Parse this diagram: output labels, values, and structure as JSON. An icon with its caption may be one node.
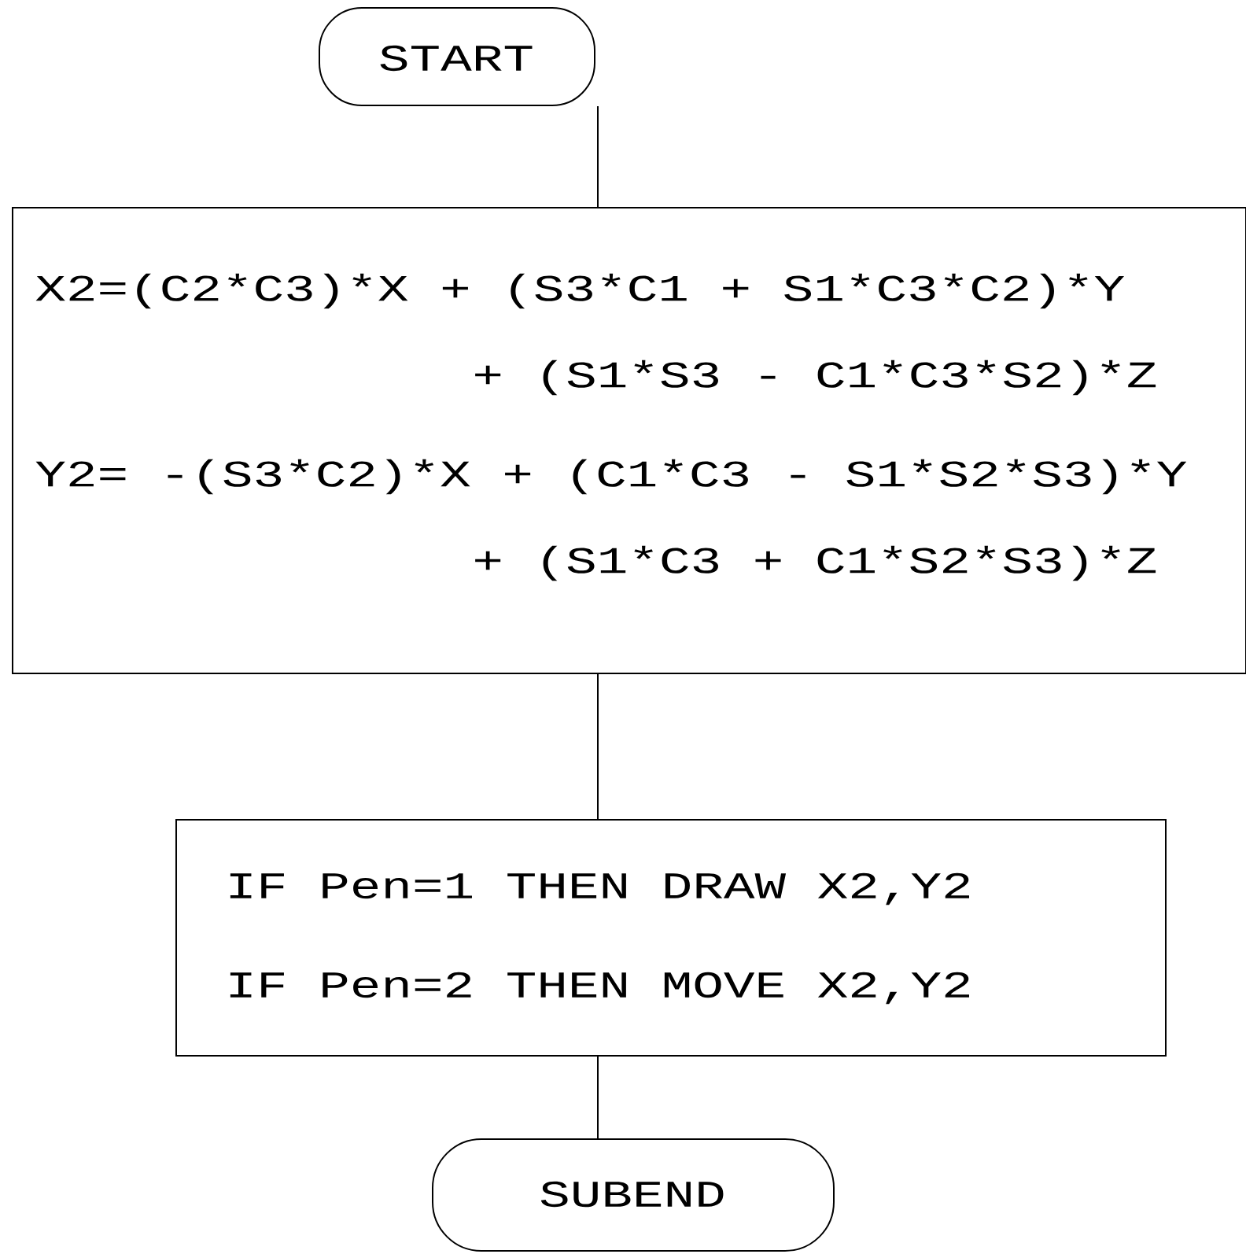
{
  "diagram": {
    "nodes": [
      {
        "text": [
          "START"
        ]
      },
      {
        "text": [
          "X2=(C2*C3)*X + (S3*C1 + S1*C3*C2)*Y",
          "+ (S1*S3 - C1*C3*S2)*Z",
          "Y2= -(S3*C2)*X + (C1*C3 - S1*S2*S3)*Y",
          "+ (S1*C3 + C1*S2*S3)*Z"
        ]
      },
      {
        "text": [
          "IF Pen=1 THEN DRAW X2,Y2",
          "IF Pen=2 THEN MOVE X2,Y2"
        ]
      },
      {
        "text": [
          "SUBEND"
        ]
      }
    ],
    "edges": [
      {
        "from": 0,
        "to": 1,
        "arrow": "none"
      },
      {
        "from": 1,
        "to": 2,
        "arrow": "none"
      },
      {
        "from": 2,
        "to": 3,
        "arrow": "none"
      }
    ]
  }
}
